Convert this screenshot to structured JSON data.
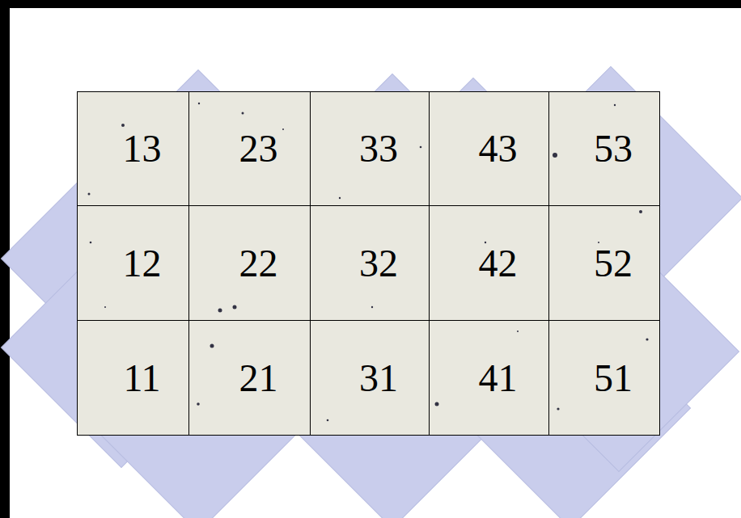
{
  "diagram": {
    "nodes": [
      {
        "text": [
          "13"
        ]
      },
      {
        "text": [
          "23"
        ]
      },
      {
        "text": [
          "33"
        ]
      },
      {
        "text": [
          "43"
        ]
      },
      {
        "text": [
          "53"
        ]
      },
      {
        "text": [
          "12"
        ]
      },
      {
        "text": [
          "22"
        ]
      },
      {
        "text": [
          "32"
        ]
      },
      {
        "text": [
          "42"
        ]
      },
      {
        "text": [
          "52"
        ]
      },
      {
        "text": [
          "11"
        ]
      },
      {
        "text": [
          "21"
        ]
      },
      {
        "text": [
          "31"
        ]
      },
      {
        "text": [
          "41"
        ]
      },
      {
        "text": [
          "51"
        ]
      }
    ]
  }
}
